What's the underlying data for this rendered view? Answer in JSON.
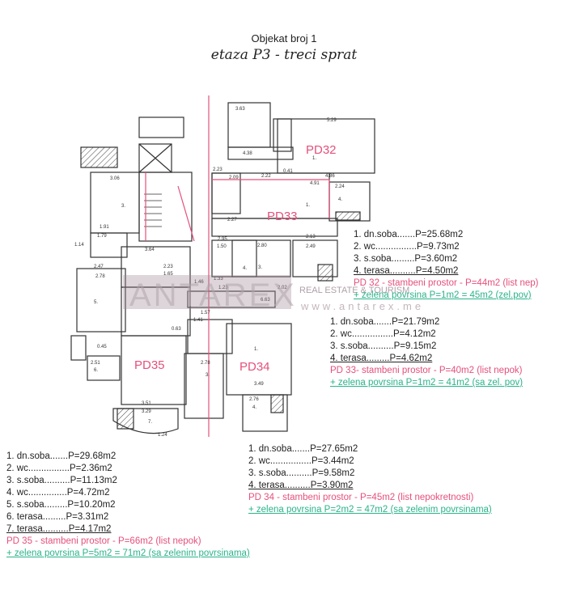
{
  "header": {
    "object": "Objekat broj 1",
    "floor": "etaza P3  - treci sprat"
  },
  "watermark": {
    "brand": "ANTAREX",
    "tagline": "REAL ESTATE & TOURISM",
    "url": "www.antarex.me"
  },
  "plan": {
    "units": [
      "PD32",
      "PD33",
      "PD34",
      "PD35"
    ]
  },
  "pd32": {
    "rooms": [
      "1. dn.soba.......P=25.68m2",
      "2. wc................P=9.73m2",
      "3. s.soba.........P=3.60m2",
      "4. terasa..........P=4.50m2"
    ],
    "summary": "PD 32 - stambeni prostor - P=44m2 (list nep)",
    "green": "+ zelena povrsina P=1m2 = 45m2 (zel.pov)"
  },
  "pd33": {
    "rooms": [
      "1. dn.soba.......P=21.79m2",
      "2. wc................P=4.12m2",
      "3. s.soba..........P=9.15m2",
      "4. terasa.........P=4.62m2"
    ],
    "summary": "PD 33- stambeni prostor - P=40m2 (list nepok)",
    "green": "+ zelena povrsina P=1m2 = 41m2 (sa zel. pov)"
  },
  "pd35": {
    "rooms": [
      "1. dn.soba.......P=29.68m2",
      "2. wc................P=2.36m2",
      "3. s.soba..........P=11.13m2",
      "4. wc...............P=4.72m2",
      "5. s.soba.........P=10.20m2",
      "6. terasa.........P=3.31m2",
      "7. terasa..........P=4.17m2"
    ],
    "summary": "PD 35 - stambeni prostor - P=66m2 (list nepok)",
    "green": "+ zelena povrsina P=5m2 = 71m2 (sa zelenim povrsinama)"
  },
  "pd34": {
    "rooms": [
      "1. dn.soba.......P=27.65m2",
      "2. wc................P=3.44m2",
      "3. s.soba..........P=9.58m2",
      "4. terasa..........P=3.90m2"
    ],
    "summary": "PD 34 - stambeni prostor - P=45m2 (list nepokretnosti)",
    "green": "+ zelena povrsina P=2m2 = 47m2 (sa zelenim povrsinama)"
  },
  "colors": {
    "accent_pink": "#e5507c",
    "accent_green": "#2bb38a",
    "line": "#333333"
  }
}
